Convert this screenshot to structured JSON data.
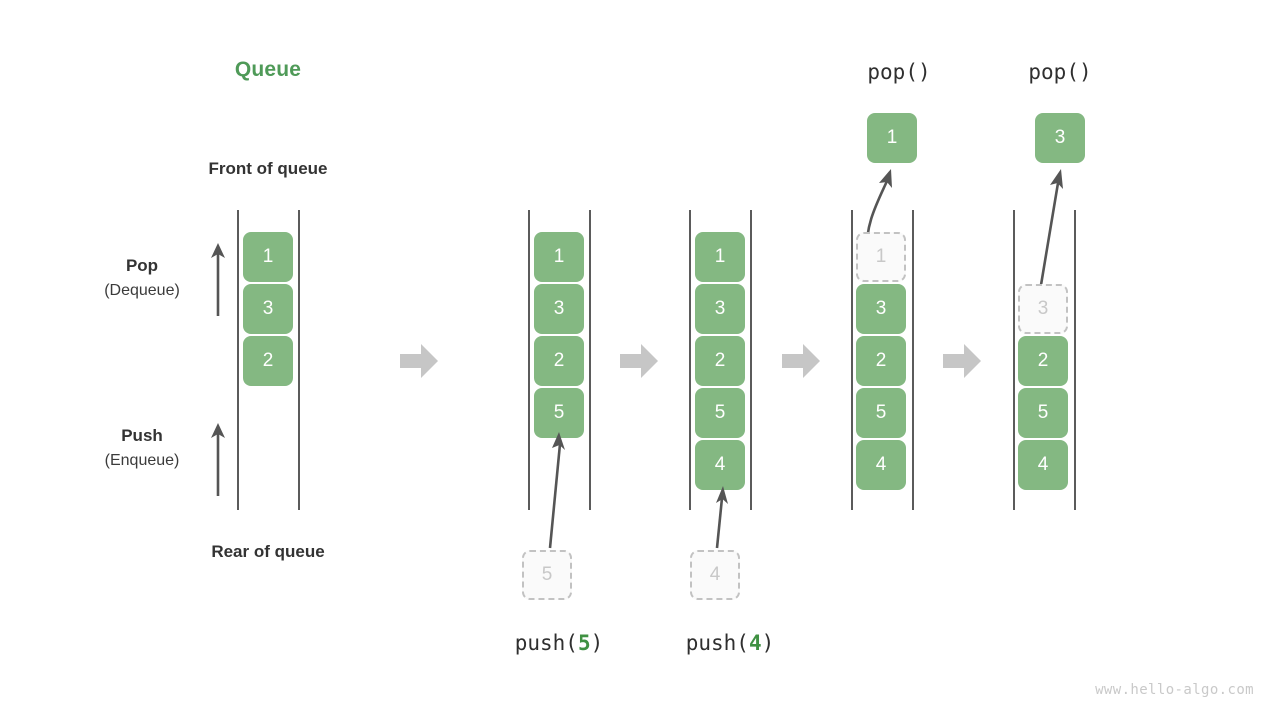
{
  "diagram": {
    "title": "Queue",
    "title_color": "#4f9a58",
    "box_color": "#84b882",
    "ghost_color": "#fafafa",
    "arrow_color": "#c6c6c6",
    "labels": {
      "front_of_queue": "Front of queue",
      "rear_of_queue": "Rear of queue",
      "pop_main": "Pop",
      "pop_sub": "(Dequeue)",
      "push_main": "Push",
      "push_sub": "(Enqueue)"
    },
    "watermark": "www.hello-algo.com"
  },
  "columns": [
    {
      "id": "initial",
      "items": [
        "1",
        "3",
        "2"
      ],
      "caption_prefix": "",
      "caption_value": "",
      "caption_suffix": "",
      "incoming": null,
      "outgoing": null,
      "header": ""
    },
    {
      "id": "push5",
      "items": [
        "1",
        "3",
        "2",
        "5"
      ],
      "caption_prefix": "push(",
      "caption_value": "5",
      "caption_suffix": ")",
      "incoming": "5",
      "outgoing": null,
      "header": ""
    },
    {
      "id": "push4",
      "items": [
        "1",
        "3",
        "2",
        "5",
        "4"
      ],
      "caption_prefix": "push(",
      "caption_value": "4",
      "caption_suffix": ")",
      "incoming": "4",
      "outgoing": null,
      "header": ""
    },
    {
      "id": "pop1",
      "items": [
        "1",
        "3",
        "2",
        "5",
        "4"
      ],
      "ghost_index": 0,
      "caption_prefix": "",
      "caption_value": "",
      "caption_suffix": "",
      "incoming": null,
      "outgoing": "1",
      "header": "pop()"
    },
    {
      "id": "pop3",
      "items": [
        "3",
        "2",
        "5",
        "4"
      ],
      "ghost_index": 0,
      "caption_prefix": "",
      "caption_value": "",
      "caption_suffix": "",
      "incoming": null,
      "outgoing": "3",
      "header": "pop()"
    }
  ],
  "cells": {
    "c1": {
      "b0": "1",
      "b1": "3",
      "b2": "2"
    },
    "c2": {
      "b0": "1",
      "b1": "3",
      "b2": "2",
      "b3": "5",
      "in": "5"
    },
    "c3": {
      "b0": "1",
      "b1": "3",
      "b2": "2",
      "b3": "5",
      "b4": "4",
      "in": "4"
    },
    "c4": {
      "b0": "1",
      "b1": "3",
      "b2": "2",
      "b3": "5",
      "b4": "4",
      "out": "1",
      "head": "pop()"
    },
    "c5": {
      "b0": "3",
      "b1": "2",
      "b2": "5",
      "b3": "4",
      "out": "3",
      "head": "pop()"
    }
  },
  "captions": {
    "push5": {
      "prefix": "push(",
      "num": "5",
      "suffix": ")"
    },
    "push4": {
      "prefix": "push(",
      "num": "4",
      "suffix": ")"
    }
  }
}
